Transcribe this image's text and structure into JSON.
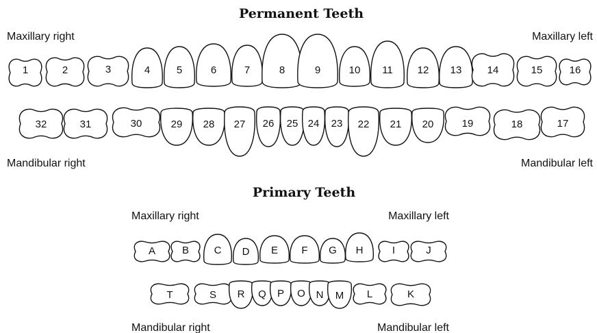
{
  "permanent": {
    "title": "Permanent Teeth",
    "maxillary_right_label": "Maxillary right",
    "maxillary_left_label": "Maxillary left",
    "mandibular_right_label": "Mandibular right",
    "mandibular_left_label": "Mandibular left",
    "upper_teeth": [
      "1",
      "2",
      "3",
      "4",
      "5",
      "6",
      "7",
      "8",
      "9",
      "10",
      "11",
      "12",
      "13",
      "14",
      "15",
      "16"
    ],
    "lower_teeth": [
      "32",
      "31",
      "30",
      "29",
      "28",
      "27",
      "26",
      "25",
      "24",
      "23",
      "22",
      "21",
      "20",
      "19",
      "18",
      "17"
    ]
  },
  "primary": {
    "title": "Primary Teeth",
    "maxillary_right_label": "Maxillary right",
    "maxillary_left_label": "Maxillary left",
    "mandibular_right_label": "Mandibular right",
    "mandibular_left_label": "Mandibular left",
    "upper_teeth": [
      "A",
      "B",
      "C",
      "D",
      "E",
      "F",
      "G",
      "H",
      "I",
      "J"
    ],
    "lower_teeth": [
      "T",
      "S",
      "R",
      "Q",
      "P",
      "O",
      "N",
      "M",
      "L",
      "K"
    ]
  },
  "colors": {
    "outline": "#111111",
    "background": "#ffffff"
  }
}
